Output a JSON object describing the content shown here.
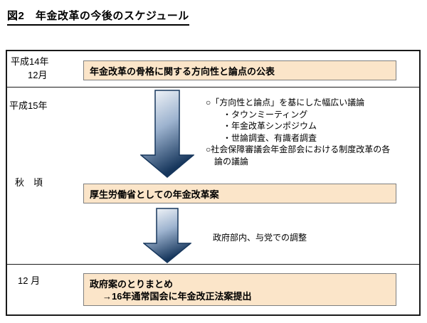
{
  "title": "図2　年金改革の今後のスケジュール",
  "colors": {
    "box_fill": "#FBE5C9",
    "box_border": "#7F7F7F",
    "frame_border": "#1A1A1A",
    "arrow_gradient_start": "#FFFFFF",
    "arrow_gradient_end": "#16365C"
  },
  "rows": {
    "heisei14": {
      "year": "平成14年",
      "month": "12月",
      "box": "年金改革の骨格に関する方向性と論点の公表"
    },
    "heisei15": {
      "year": "平成15年",
      "autumn": "秋　頃",
      "discussion": {
        "heading1": "○「方向性と論点」を基にした幅広い議論",
        "bullet1": "・タウンミーティング",
        "bullet2": "・年金改革シンポジウム",
        "bullet3": "・世論調査、有識者調査",
        "heading2": "○社会保障審議会年金部会における制度改革の各論の議論"
      },
      "box": "厚生労働省としての年金改革案",
      "note": "政府部内、与党での調整"
    },
    "december": {
      "month": "12 月",
      "box_line1": "政府案のとりまとめ",
      "box_line2": "→16年通常国会に年金改正法案提出"
    }
  }
}
